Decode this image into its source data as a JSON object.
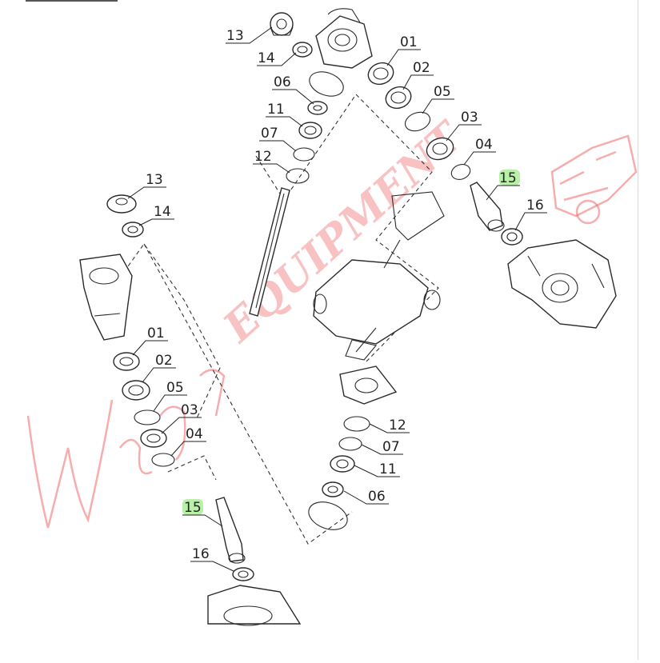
{
  "callouts": {
    "upper": {
      "c13": "13",
      "c14": "14",
      "c06": "06",
      "c11": "11",
      "c07": "07",
      "c12": "12",
      "c01": "01",
      "c02": "02",
      "c05": "05",
      "c03": "03",
      "c04": "04",
      "c15": "15",
      "c16": "16"
    },
    "left": {
      "c13": "13",
      "c14": "14",
      "c01": "01",
      "c02": "02",
      "c05": "05",
      "c03": "03",
      "c04": "04",
      "c15": "15",
      "c16": "16"
    },
    "lower": {
      "c12": "12",
      "c07": "07",
      "c11": "11",
      "c06": "06"
    }
  },
  "highlight_color": "#b8f0a8",
  "watermark": {
    "text": "Warner EQUIPMENT",
    "color": "#f06a6a"
  }
}
